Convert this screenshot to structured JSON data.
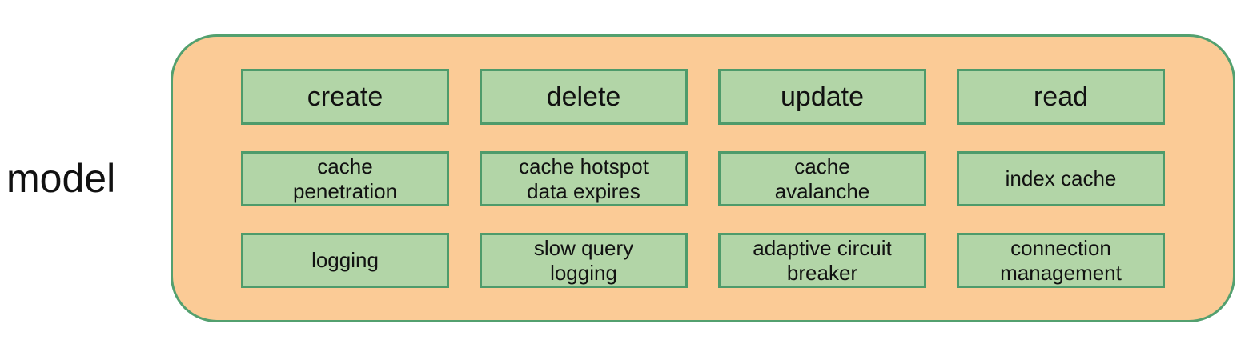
{
  "diagram": {
    "side_label": "model",
    "colors": {
      "container_fill": "#FBCB96",
      "container_border": "#53A06F",
      "node_fill": "#B2D5A7",
      "node_border": "#4E9B6B",
      "text": "#111111",
      "page_background": "#ffffff"
    },
    "grid": {
      "columns": 4,
      "rows": 3
    },
    "nodes": [
      {
        "label": "create"
      },
      {
        "label": "delete"
      },
      {
        "label": "update"
      },
      {
        "label": "read"
      },
      {
        "label": "cache\npenetration"
      },
      {
        "label": "cache hotspot\ndata expires"
      },
      {
        "label": "cache\navalanche"
      },
      {
        "label": "index cache"
      },
      {
        "label": "logging"
      },
      {
        "label": "slow query\nlogging"
      },
      {
        "label": "adaptive circuit\nbreaker"
      },
      {
        "label": "connection\nmanagement"
      }
    ]
  }
}
